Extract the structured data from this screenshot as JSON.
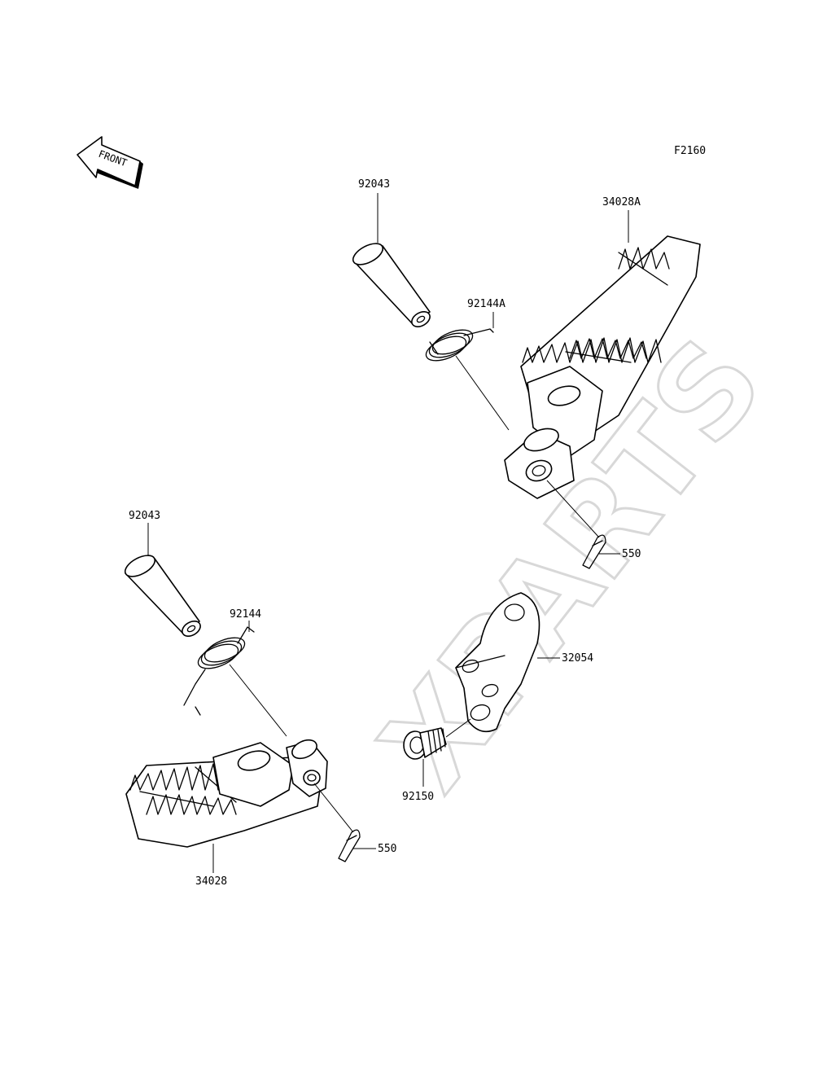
{
  "figure_code": "F2160",
  "front_arrow_text": "FRONT",
  "watermark": "XPARTS",
  "callouts": {
    "pin_upper": "92043",
    "spring_upper": "92144A",
    "footpeg_right": "34028A",
    "cotter_pin_upper": "550",
    "pin_lower": "92043",
    "spring_lower": "92144",
    "bracket": "32054",
    "bolt": "92150",
    "cotter_pin_lower": "550",
    "footpeg_left": "34028"
  }
}
